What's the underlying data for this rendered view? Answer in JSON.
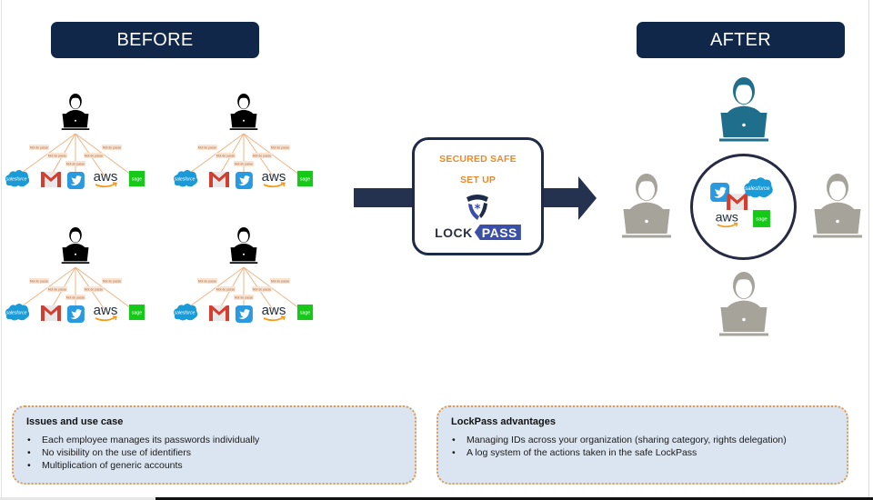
{
  "headers": {
    "before": "BEFORE",
    "after": "AFTER"
  },
  "before": {
    "clusters": [
      {
        "position": "top-left"
      },
      {
        "position": "top-right"
      },
      {
        "position": "bottom-left"
      },
      {
        "position": "bottom-right"
      }
    ],
    "edge_label": "Mot de passe",
    "services": [
      "salesforce",
      "gmail",
      "twitter",
      "aws",
      "sage"
    ]
  },
  "center": {
    "line1": "SECURED SAFE",
    "line2": "SET UP",
    "logo_left": "LOCK",
    "logo_right": "PASS"
  },
  "after": {
    "hub_services": [
      "twitter",
      "salesforce",
      "gmail",
      "aws",
      "sage"
    ],
    "users": [
      "top",
      "left",
      "right",
      "bottom"
    ]
  },
  "service_labels": {
    "salesforce": "salesforce",
    "aws": "aws",
    "sage": "sage"
  },
  "colors": {
    "navy": "#10274a",
    "orange": "#e88a2a",
    "teal_user": "#1f6e8c",
    "gray_user": "#a6a39b",
    "salesforce": "#1a9ad6",
    "gmail": "#d23f31",
    "twitter": "#2a9ae0",
    "sage": "#16c919",
    "lockpass_blue": "#3a4fa8"
  },
  "issues": {
    "title": "Issues and use case",
    "items": [
      "Each employee manages its passwords individually",
      "No visibility on the use of identifiers",
      "Multiplication of generic accounts"
    ]
  },
  "advantages": {
    "title": "LockPass advantages",
    "items": [
      "Managing IDs across your organization (sharing category, rights delegation)",
      "A log system of the actions taken in the safe LockPass"
    ]
  }
}
